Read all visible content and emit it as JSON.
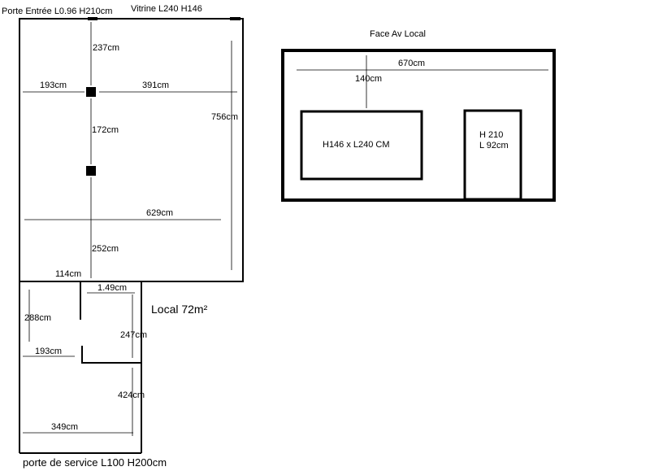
{
  "floor_plan": {
    "door_entry_label": "Porte Entrée L0.96 H210cm",
    "vitrine_label": "Vitrine L240 H146",
    "area_label": "Local 72m²",
    "service_door_label": "porte de service L100 H200cm",
    "dims": {
      "d237": "237cm",
      "d193_top": "193cm",
      "d391": "391cm",
      "d756": "756cm",
      "d172": "172cm",
      "d629": "629cm",
      "d252": "252cm",
      "d114": "114cm",
      "d149": "1.49cm",
      "d288": "288cm",
      "d247": "247cm",
      "d193_bottom": "193cm",
      "d424": "424cm",
      "d349": "349cm"
    }
  },
  "front_view": {
    "title": "Face Av Local",
    "width_label": "670cm",
    "height_label": "140cm",
    "window_label": "H146 x L240 CM",
    "door_label_line1": "H 210",
    "door_label_line2": "L 92cm"
  },
  "colors": {
    "line": "#000000",
    "background": "#ffffff"
  }
}
